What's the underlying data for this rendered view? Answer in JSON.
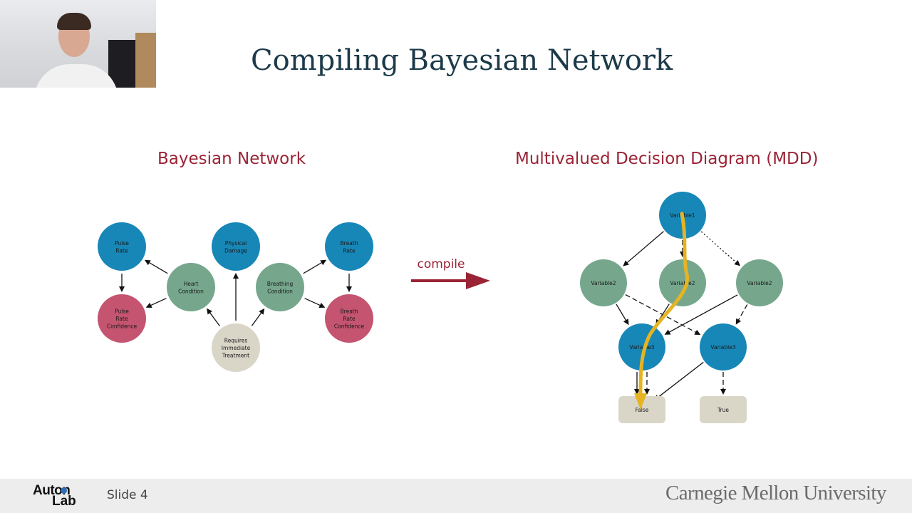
{
  "slide": {
    "title": "Compiling Bayesian Network",
    "bn_title": "Bayesian Network",
    "mdd_title": "Multivalued Decision Diagram (MDD)",
    "compile_label": "compile",
    "slide_number": "Slide 4"
  },
  "footer": {
    "logo_top": "Auton",
    "logo_bottom": "Lab",
    "university": "Carnegie Mellon University"
  },
  "colors": {
    "blue": "#1787b7",
    "green": "#76a78d",
    "red": "#c45470",
    "beige": "#d9d6c8",
    "accent": "#9b2335",
    "path": "#e6b422"
  },
  "bayesian_network": {
    "nodes": [
      {
        "id": "pulse_rate",
        "label": [
          "Pulse",
          "Rate"
        ],
        "color": "blue"
      },
      {
        "id": "physical_damage",
        "label": [
          "Physical",
          "Damage"
        ],
        "color": "blue"
      },
      {
        "id": "breath_rate",
        "label": [
          "Breath",
          "Rate"
        ],
        "color": "blue"
      },
      {
        "id": "heart_condition",
        "label": [
          "Heart",
          "Condition"
        ],
        "color": "green"
      },
      {
        "id": "breathing_condition",
        "label": [
          "Breathing",
          "Condition"
        ],
        "color": "green"
      },
      {
        "id": "pulse_rate_confidence",
        "label": [
          "Pulse",
          "Rate",
          "Confidence"
        ],
        "color": "red"
      },
      {
        "id": "breath_rate_confidence",
        "label": [
          "Breath",
          "Rate",
          "Confidence"
        ],
        "color": "red"
      },
      {
        "id": "requires_treatment",
        "label": [
          "Requires",
          "Immediate",
          "Treatment"
        ],
        "color": "beige"
      }
    ],
    "edges": [
      {
        "from": "pulse_rate",
        "to": "pulse_rate_confidence"
      },
      {
        "from": "heart_condition",
        "to": "pulse_rate"
      },
      {
        "from": "heart_condition",
        "to": "pulse_rate_confidence"
      },
      {
        "from": "breath_rate",
        "to": "breath_rate_confidence"
      },
      {
        "from": "breathing_condition",
        "to": "breath_rate"
      },
      {
        "from": "breathing_condition",
        "to": "breath_rate_confidence"
      },
      {
        "from": "requires_treatment",
        "to": "heart_condition"
      },
      {
        "from": "requires_treatment",
        "to": "physical_damage"
      },
      {
        "from": "requires_treatment",
        "to": "breathing_condition"
      }
    ]
  },
  "mdd": {
    "nodes": [
      {
        "id": "v1",
        "label": "Variable1",
        "color": "blue"
      },
      {
        "id": "v2a",
        "label": "Variable2",
        "color": "green"
      },
      {
        "id": "v2b",
        "label": "Variable2",
        "color": "green"
      },
      {
        "id": "v2c",
        "label": "Variable2",
        "color": "green"
      },
      {
        "id": "v3a",
        "label": "Variable3",
        "color": "blue"
      },
      {
        "id": "v3b",
        "label": "Variable3",
        "color": "blue"
      },
      {
        "id": "false",
        "label": "False",
        "color": "beige",
        "terminal": true
      },
      {
        "id": "true",
        "label": "True",
        "color": "beige",
        "terminal": true
      }
    ],
    "edges": [
      {
        "from": "v1",
        "to": "v2a",
        "style": "solid"
      },
      {
        "from": "v1",
        "to": "v2b",
        "style": "dashed"
      },
      {
        "from": "v1",
        "to": "v2c",
        "style": "dotted"
      },
      {
        "from": "v2a",
        "to": "v3a",
        "style": "solid"
      },
      {
        "from": "v2a",
        "to": "v3b",
        "style": "dashed"
      },
      {
        "from": "v2b",
        "to": "v3a",
        "style": "solid"
      },
      {
        "from": "v2c",
        "to": "v3a",
        "style": "solid"
      },
      {
        "from": "v2c",
        "to": "v3b",
        "style": "dashed"
      },
      {
        "from": "v3a",
        "to": "false",
        "style": "solid"
      },
      {
        "from": "v3a",
        "to": "false",
        "style": "dashed"
      },
      {
        "from": "v3b",
        "to": "false",
        "style": "solid"
      },
      {
        "from": "v3b",
        "to": "true",
        "style": "dashed"
      }
    ],
    "highlighted_path": [
      "v1",
      "v2b",
      "v3a",
      "false"
    ]
  }
}
